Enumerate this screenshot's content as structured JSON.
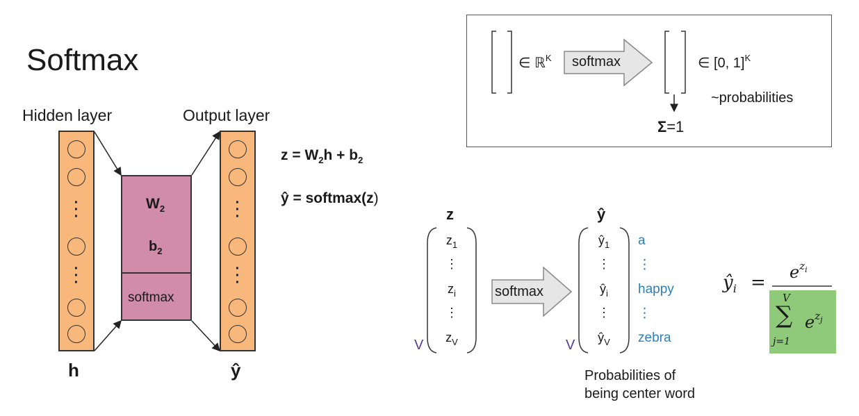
{
  "title": "Softmax",
  "network": {
    "hidden_label": "Hidden layer",
    "output_label": "Output layer",
    "h_label": "h",
    "yhat_label": "ŷ",
    "weights": "W",
    "weights_sub": "2",
    "bias": "b",
    "bias_sub": "2",
    "activation": "softmax"
  },
  "equations": {
    "z_lhs": "z = ",
    "z_w": "W",
    "z_w_sub": "2",
    "z_h": "h + ",
    "z_b": "b",
    "z_b_sub": "2",
    "y_lhs": "ŷ = softmax(",
    "y_z": "z",
    "y_rhs": ")"
  },
  "box": {
    "in_set": "∈ ℝ",
    "in_set_sup": "K",
    "arrow_label": "softmax",
    "out_set": "∈ [0, 1]",
    "out_set_sup": "K",
    "note": "~probabilities",
    "sum": "Σ",
    "sum_rest": "=1"
  },
  "vectors": {
    "z_header": "z",
    "y_header": "ŷ",
    "z_items": [
      {
        "base": "z",
        "sub": "1"
      },
      {
        "base": "⋮",
        "sub": ""
      },
      {
        "base": "z",
        "sub": "i"
      },
      {
        "base": "⋮",
        "sub": ""
      },
      {
        "base": "z",
        "sub": "V"
      }
    ],
    "y_items": [
      {
        "base": "ŷ",
        "sub": "1"
      },
      {
        "base": "⋮",
        "sub": ""
      },
      {
        "base": "ŷ",
        "sub": "i"
      },
      {
        "base": "⋮",
        "sub": ""
      },
      {
        "base": "ŷ",
        "sub": "V"
      }
    ],
    "words": [
      "a",
      "⋮",
      "happy",
      "⋮",
      "zebra"
    ],
    "size_label": "V",
    "arrow_label": "softmax",
    "caption_line1": "Probabilities of",
    "caption_line2": "being center word"
  },
  "formula": {
    "lhs": "ŷ",
    "lhs_sub": "i",
    "equals": "=",
    "num": "e",
    "num_sup": "z",
    "num_sup_sub": "i",
    "sum_symbol": "∑",
    "sum_top": "V",
    "sum_bottom": "j=1",
    "den": "e",
    "den_sup": "z",
    "den_sup_sub": "j",
    "highlight_color": "#8fc97a"
  },
  "colors": {
    "layer_fill": "#f8b77b",
    "matrix_fill": "#d08ca9",
    "word_color": "#2f7fb8",
    "size_color": "#5b3a8e"
  }
}
